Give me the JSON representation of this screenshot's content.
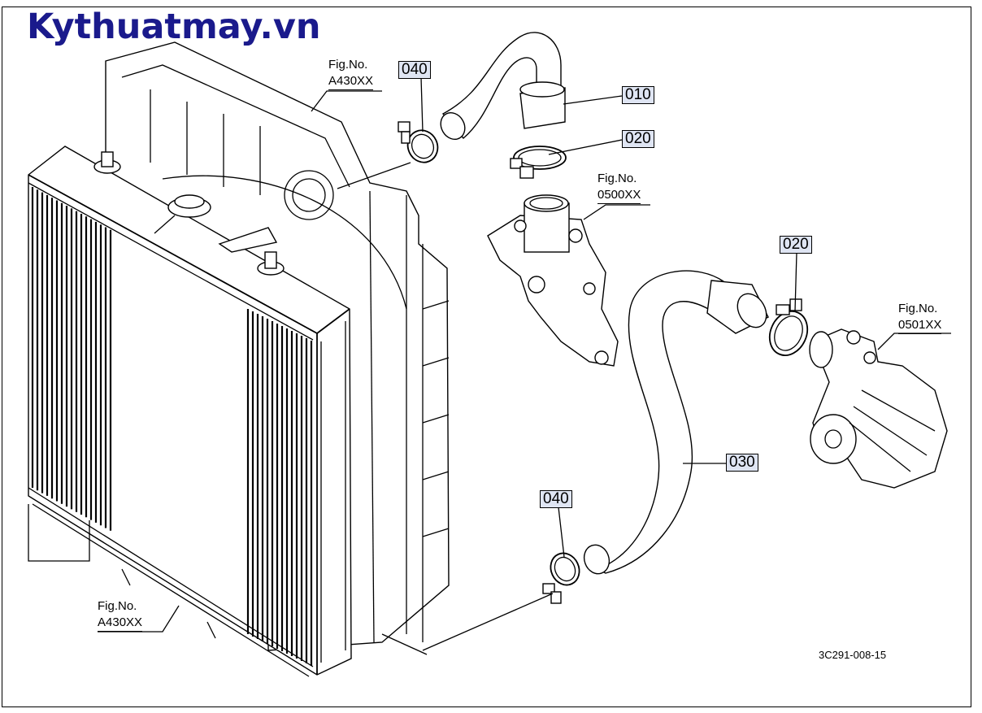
{
  "watermark": "Kythuatmay.vn",
  "figure_refs": [
    {
      "id": "radiator-top",
      "label": "Fig.No.",
      "code": "A430XX"
    },
    {
      "id": "thermostat",
      "label": "Fig.No.",
      "code": "0500XX"
    },
    {
      "id": "water-pump",
      "label": "Fig.No.",
      "code": "0501XX"
    },
    {
      "id": "radiator-bottom",
      "label": "Fig.No.",
      "code": "A430XX"
    }
  ],
  "parts": [
    {
      "id": "upper-clamp",
      "number": "040"
    },
    {
      "id": "upper-hose",
      "number": "010"
    },
    {
      "id": "thermostat-clamp",
      "number": "020"
    },
    {
      "id": "pump-clamp",
      "number": "020"
    },
    {
      "id": "lower-hose",
      "number": "030"
    },
    {
      "id": "lower-clamp",
      "number": "040"
    }
  ],
  "diagram_code": "3C291-008-15",
  "colors": {
    "watermark": "#1a1a8c",
    "part_label_bg": "#dfe5f3"
  }
}
